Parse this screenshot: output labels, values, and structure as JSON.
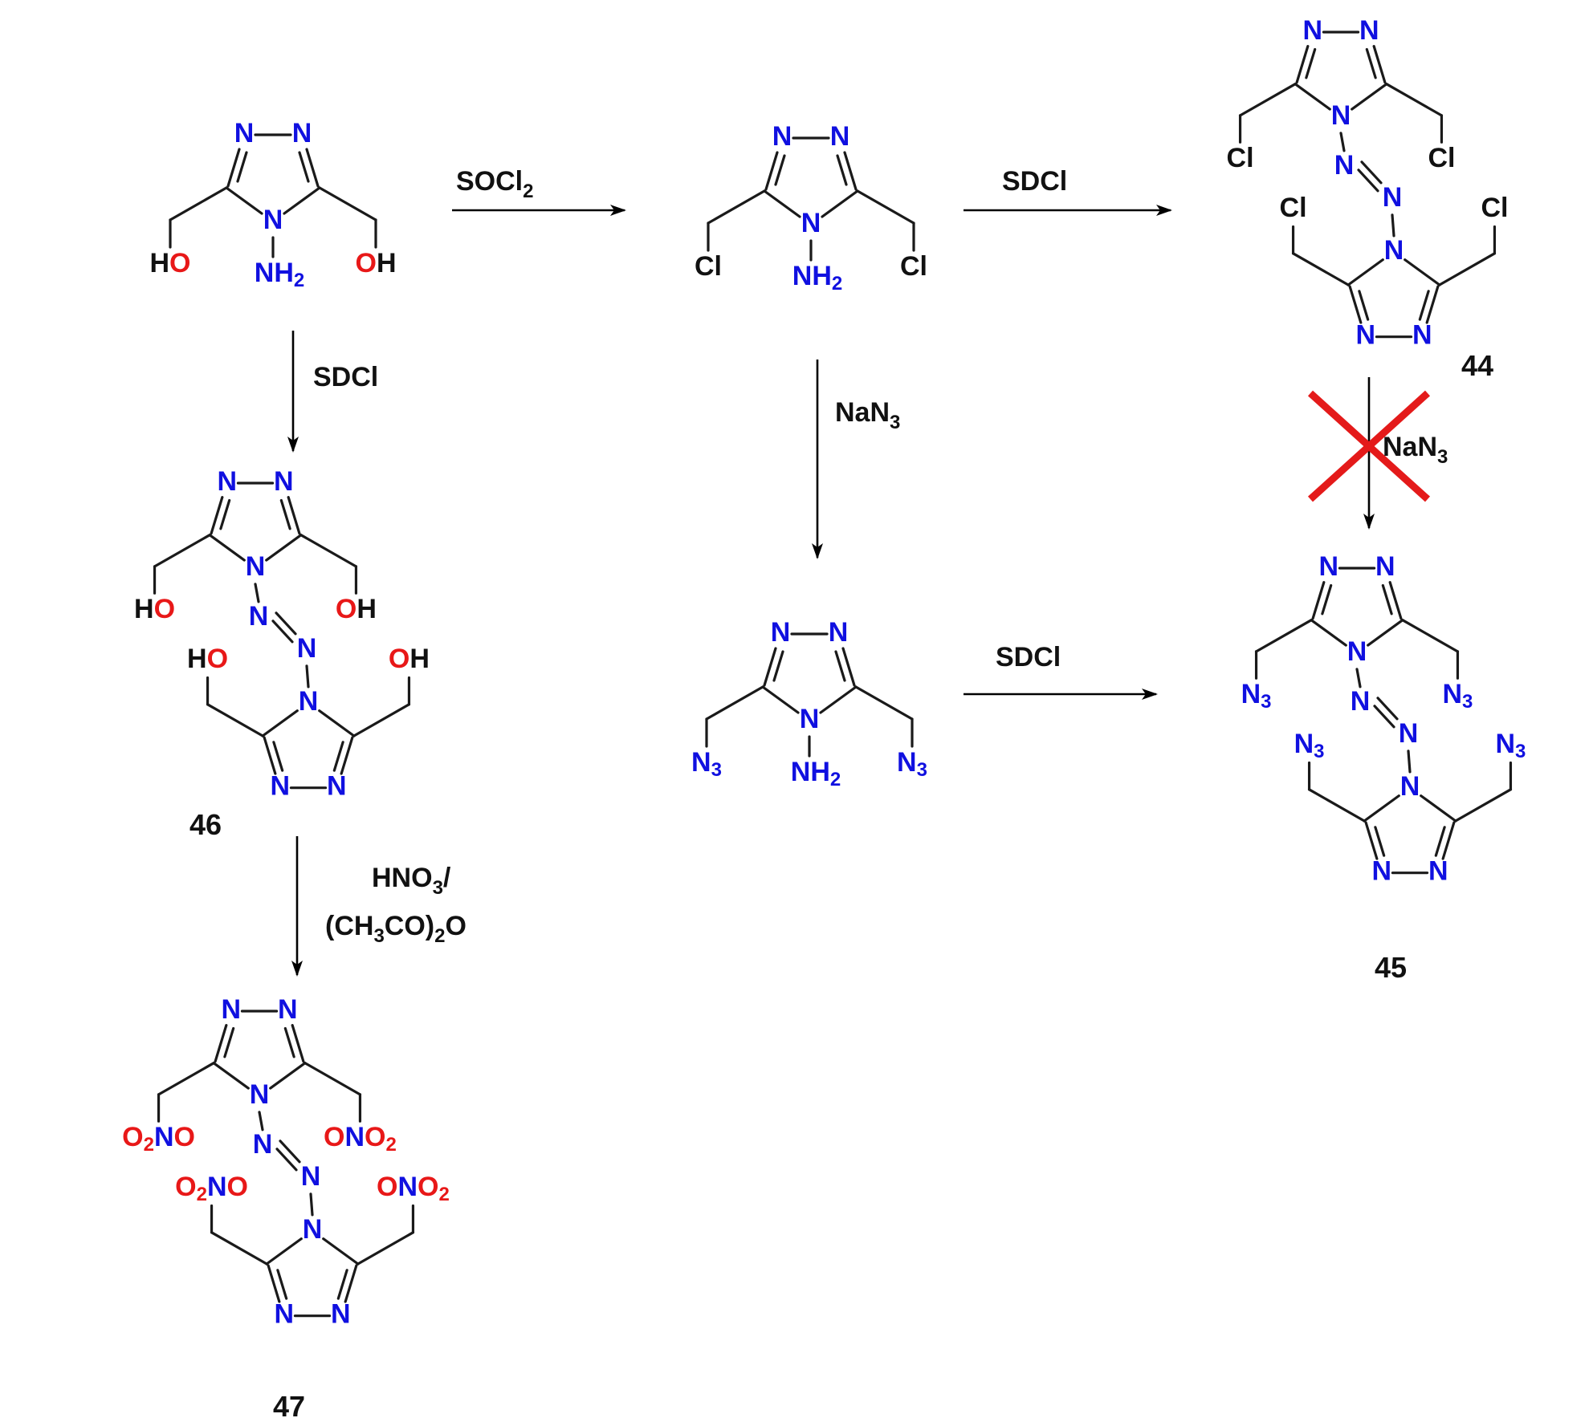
{
  "colors": {
    "nitrogen": "#1010e0",
    "oxygen": "#e81818",
    "carbon_cl": "#111111",
    "bond": "#1a1a1a",
    "cross": "#e41a1a"
  },
  "reagents": {
    "socl2": "SOCl",
    "socl2_sub": "2",
    "sdcl": "SDCl",
    "nan3": "NaN",
    "nan3_sub": "3",
    "hno3": "HNO",
    "hno3_sub": "3",
    "hno3_slash": "/",
    "ac2o_1": "(CH",
    "ac2o_sub1": "3",
    "ac2o_2": "CO)",
    "ac2o_sub2": "2",
    "ac2o_3": "O"
  },
  "compounds": {
    "c44": "44",
    "c45": "45",
    "c46": "46",
    "c47": "47"
  },
  "atoms": {
    "N": "N",
    "NH": "NH",
    "H2": "2",
    "HO_H": "H",
    "HO_O": "O",
    "OH_O": "O",
    "OH_H": "H",
    "Cl": "Cl",
    "N3_N": "N",
    "N3_sub": "3",
    "O2NO_O2": "O",
    "O2NO_2": "2",
    "O2NO_N": "N",
    "O2NO_O": "O",
    "ONO2_O": "O",
    "ONO2_N": "N",
    "ONO2_O2": "O",
    "ONO2_2": "2"
  }
}
